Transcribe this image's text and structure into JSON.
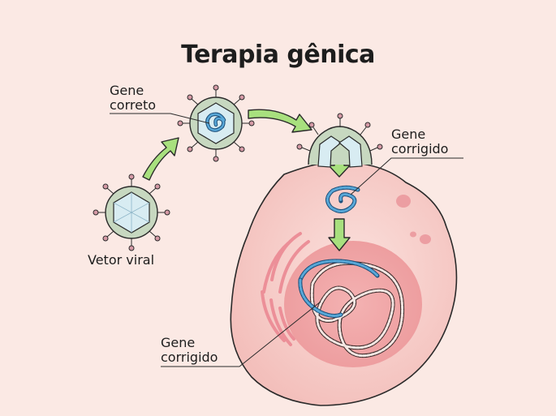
{
  "title": "Terapia gênica",
  "labels": {
    "correct_gene": [
      "Gene",
      "correto"
    ],
    "corrected_gene_top": [
      "Gene",
      "corrigido"
    ],
    "corrected_gene_bottom": [
      "Gene",
      "corrigido"
    ],
    "viral_vector": "Vetor viral"
  },
  "colors": {
    "background": "#fbe9e4",
    "arrow": "#a8e07e",
    "virus_capsid": "#d8ecf2",
    "virus_membrane": "#c7d8c0",
    "spike": "#d59aa6",
    "gene_blue": "#2a7bb3",
    "cell": "#f7d0cc",
    "nucleus": "#f0a3a3"
  }
}
